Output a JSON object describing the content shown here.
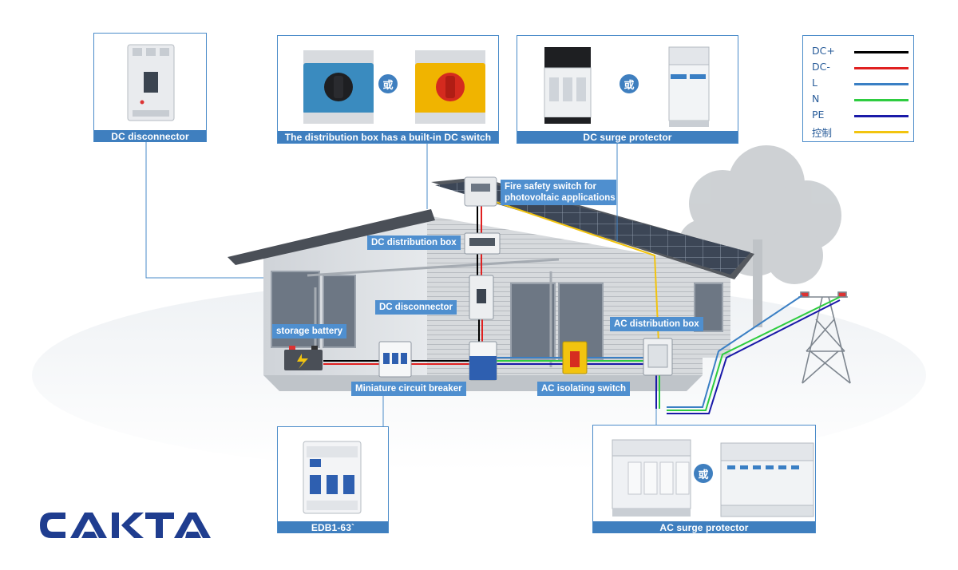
{
  "captions": {
    "dc_disconnector_top": "DC disconnector",
    "distribution_box_dc_switch": "The distribution box has a built-in DC switch",
    "dc_surge_protector": "DC surge protector",
    "edb": "EDB1-63`",
    "ac_surge_protector": "AC surge protector"
  },
  "or_label": "或",
  "callouts": {
    "fire_safety_switch_line1": "Fire safety switch for",
    "fire_safety_switch_line2": "photovoltaic applications",
    "dc_distribution_box": "DC distribution box",
    "dc_disconnector": "DC disconnector",
    "storage_battery": "storage battery",
    "ac_distribution_box": "AC distribution box",
    "miniature_circuit_breaker": "Miniature circuit breaker",
    "ac_isolating_switch": "AC isolating switch"
  },
  "legend": [
    {
      "label": "DC+",
      "color": "#000000"
    },
    {
      "label": "DC-",
      "color": "#e02020"
    },
    {
      "label": "L",
      "color": "#3a7fc4"
    },
    {
      "label": "N",
      "color": "#2ecc40"
    },
    {
      "label": "PE",
      "color": "#1a1aa8"
    },
    {
      "label": "控制",
      "color": "#f2c40f"
    }
  ],
  "logo": {
    "text": "CAKTA",
    "color": "#1f3d8f"
  },
  "colors": {
    "accent": "#3f7fbf",
    "panel_border": "#4a8bc9"
  }
}
